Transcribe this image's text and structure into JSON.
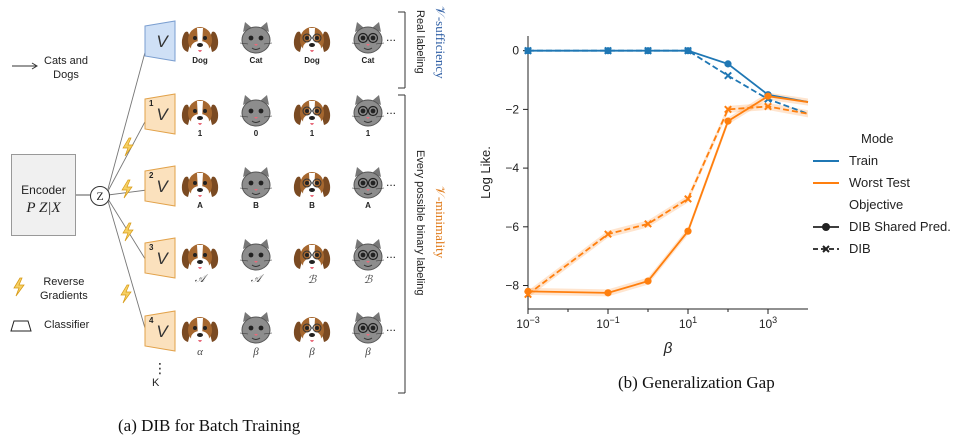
{
  "diagram": {
    "legend": {
      "cats_dogs": "Cats and\nDogs",
      "reverse_gradients": "Reverse\nGradients",
      "classifier": "Classifier"
    },
    "encoder": {
      "title": "Encoder",
      "subtitle": "P Z|X"
    },
    "z_symbol": "Z",
    "v_symbol": "V",
    "rows": [
      {
        "index": "",
        "labels": [
          "Dog",
          "Cat",
          "Dog",
          "Cat"
        ],
        "style": "bold"
      },
      {
        "index": "1",
        "labels": [
          "1",
          "0",
          "1",
          "1"
        ],
        "style": "bold"
      },
      {
        "index": "2",
        "labels": [
          "A",
          "B",
          "B",
          "A"
        ],
        "style": "bold"
      },
      {
        "index": "3",
        "labels": [
          "𝒜",
          "𝒜",
          "ℬ",
          "ℬ"
        ],
        "style": "italic"
      },
      {
        "index": "4",
        "labels": [
          "α",
          "β",
          "β",
          "β"
        ],
        "style": "italic"
      }
    ],
    "ellipsis": "...",
    "k_label": "K",
    "vdots": "⋮",
    "side_labels": {
      "sufficiency": "𝒱-sufficiency",
      "real_labeling": "Real labeling",
      "minimality": "𝒱-minimality",
      "every_binary": "Every possible binary labeling"
    },
    "colors": {
      "v_box_blue": "#cfe0f6",
      "v_box_orange": "#fbe1bd",
      "sufficiency_text": "#2f5fa5",
      "minimality_text": "#e07b1b",
      "bolt": "#f0b428"
    },
    "caption": "(a) DIB for Batch Training"
  },
  "chart_data": {
    "type": "line",
    "title": "",
    "xlabel": "β",
    "ylabel": "Log Like.",
    "xscale": "log",
    "xlim": [
      0.001,
      10000
    ],
    "ylim": [
      -8.8,
      0.5
    ],
    "xticks": [
      "10^-3",
      "10^-1",
      "10^1",
      "10^3"
    ],
    "yticks": [
      0,
      -2,
      -4,
      -6,
      -8
    ],
    "x": [
      0.001,
      0.1,
      1,
      10,
      100,
      1000,
      10000
    ],
    "series": [
      {
        "name": "Train · DIB Shared Pred.",
        "color": "#1f77b4",
        "dash": false,
        "marker": "circle",
        "values": [
          0,
          0,
          0,
          0,
          -0.45,
          -1.5,
          -1.75
        ]
      },
      {
        "name": "Train · DIB",
        "color": "#1f77b4",
        "dash": true,
        "marker": "x",
        "values": [
          0,
          0,
          0,
          0,
          -0.85,
          -1.65,
          -2.15
        ]
      },
      {
        "name": "Worst Test · DIB Shared Pred.",
        "color": "#ff7f0e",
        "dash": false,
        "marker": "circle",
        "values": [
          -8.2,
          -8.25,
          -7.85,
          -6.15,
          -2.4,
          -1.55,
          -1.75
        ]
      },
      {
        "name": "Worst Test · DIB",
        "color": "#ff7f0e",
        "dash": true,
        "marker": "x",
        "values": [
          -8.3,
          -6.25,
          -5.9,
          -5.05,
          -2.0,
          -1.9,
          -2.15
        ]
      }
    ],
    "legend": {
      "title": "Mode",
      "mode_items": [
        {
          "label": "Train",
          "color": "#1f77b4"
        },
        {
          "label": "Worst Test",
          "color": "#ff7f0e"
        }
      ],
      "objective_title": "Objective",
      "objective_items": [
        {
          "label": "DIB Shared Pred.",
          "marker": "circle"
        },
        {
          "label": "DIB",
          "marker": "x"
        }
      ]
    },
    "caption": "(b) Generalization Gap"
  }
}
